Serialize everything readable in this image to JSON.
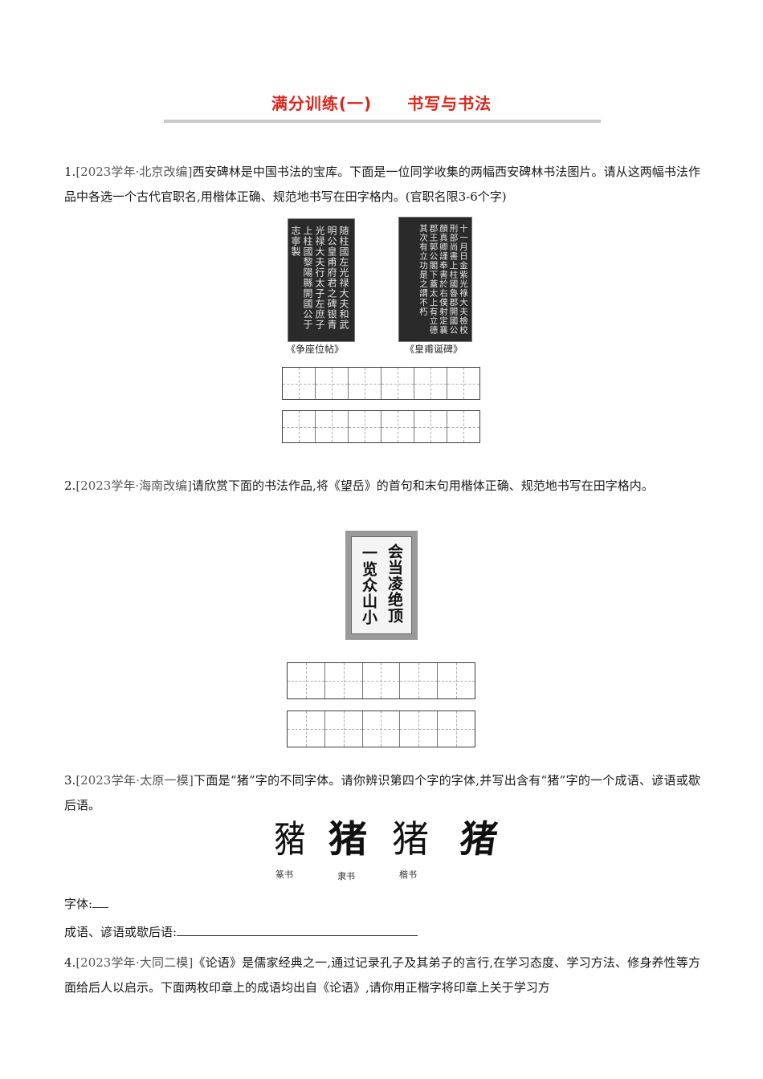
{
  "title": {
    "part1": "满分训练(一)",
    "part2": "书写与书法"
  },
  "q1": {
    "number": "1.",
    "source": "[2023学年·北京改编]",
    "text": "西安碑林是中国书法的宝库。下面是一位同学收集的两幅西安碑林书法图片。请从这两幅书法作品中各选一个古代官职名,用楷体正确、规范地书写在田字格内。(官职名限3-6个字)",
    "image1_text": "随柱國左光禄大夫和武明公皇甫府君之碑银青光禄大夫行太子左庶子上柱國黎陽縣開國公于志寧製",
    "image1_caption": "《争座位帖》",
    "image2_text": "十一月日金紫光祿大夫檢校刑部尚書上柱國魯郡開國公顏真卿謹奉書於右僕射定襄郡王郭公閣下蓋太上有立德其次有立功是之謂不朽",
    "image2_caption": "《皇甫诞碑》"
  },
  "q2": {
    "number": "2.",
    "source": "[2023学年·海南改编]",
    "text": "请欣赏下面的书法作品,将《望岳》的首句和末句用楷体正确、规范地书写在田字格内。",
    "poem_col1": "会当凌绝顶",
    "poem_col2": "一览众山小"
  },
  "q3": {
    "number": "3.",
    "source": "[2023学年·太原一模]",
    "text": "下面是“猪”字的不同字体。请你辨识第四个字的字体,并写出含有“猪”字的一个成语、谚语或歇后语。",
    "glyph": "豬",
    "glyph2": "猪",
    "captions": [
      "篆书",
      "隶书",
      "楷书"
    ],
    "answer1_label": "字体:",
    "answer2_label": "成语、谚语或歇后语:"
  },
  "q4": {
    "number": "4.",
    "source": "[2023学年·大同二模]",
    "text": "《论语》是儒家经典之一,通过记录孔子及其弟子的言行,在学习态度、学习方法、修身养性等方面给后人以启示。下面两枚印章上的成语均出自《论语》,请你用正楷字将印章上关于学习方"
  }
}
